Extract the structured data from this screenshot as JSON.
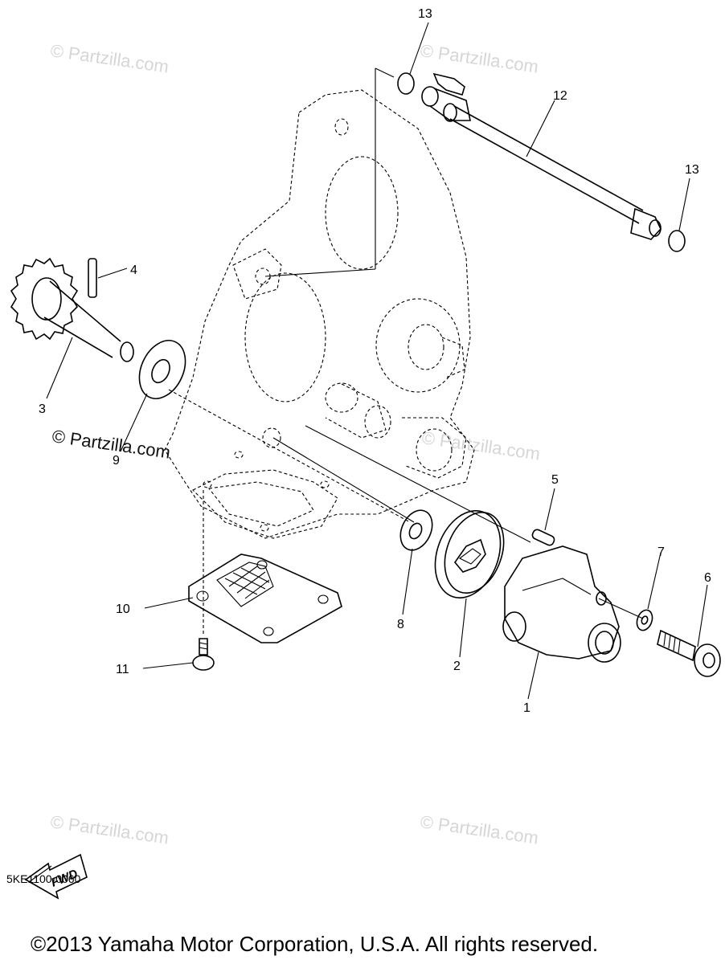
{
  "diagram": {
    "callouts": [
      {
        "id": "1",
        "label": "1"
      },
      {
        "id": "2",
        "label": "2"
      },
      {
        "id": "3",
        "label": "3"
      },
      {
        "id": "4",
        "label": "4"
      },
      {
        "id": "5",
        "label": "5"
      },
      {
        "id": "6",
        "label": "6"
      },
      {
        "id": "7",
        "label": "7"
      },
      {
        "id": "8",
        "label": "8"
      },
      {
        "id": "9",
        "label": "9"
      },
      {
        "id": "10",
        "label": "10"
      },
      {
        "id": "11",
        "label": "11"
      },
      {
        "id": "12",
        "label": "12"
      },
      {
        "id": "13a",
        "label": "13"
      },
      {
        "id": "13b",
        "label": "13"
      }
    ],
    "watermark": "© Partzilla.com",
    "fwd_label": "FWD",
    "diagram_code": "5KE1100-0060",
    "copyright": "©2013  Yamaha Motor Corporation, U.S.A. All rights reserved."
  }
}
